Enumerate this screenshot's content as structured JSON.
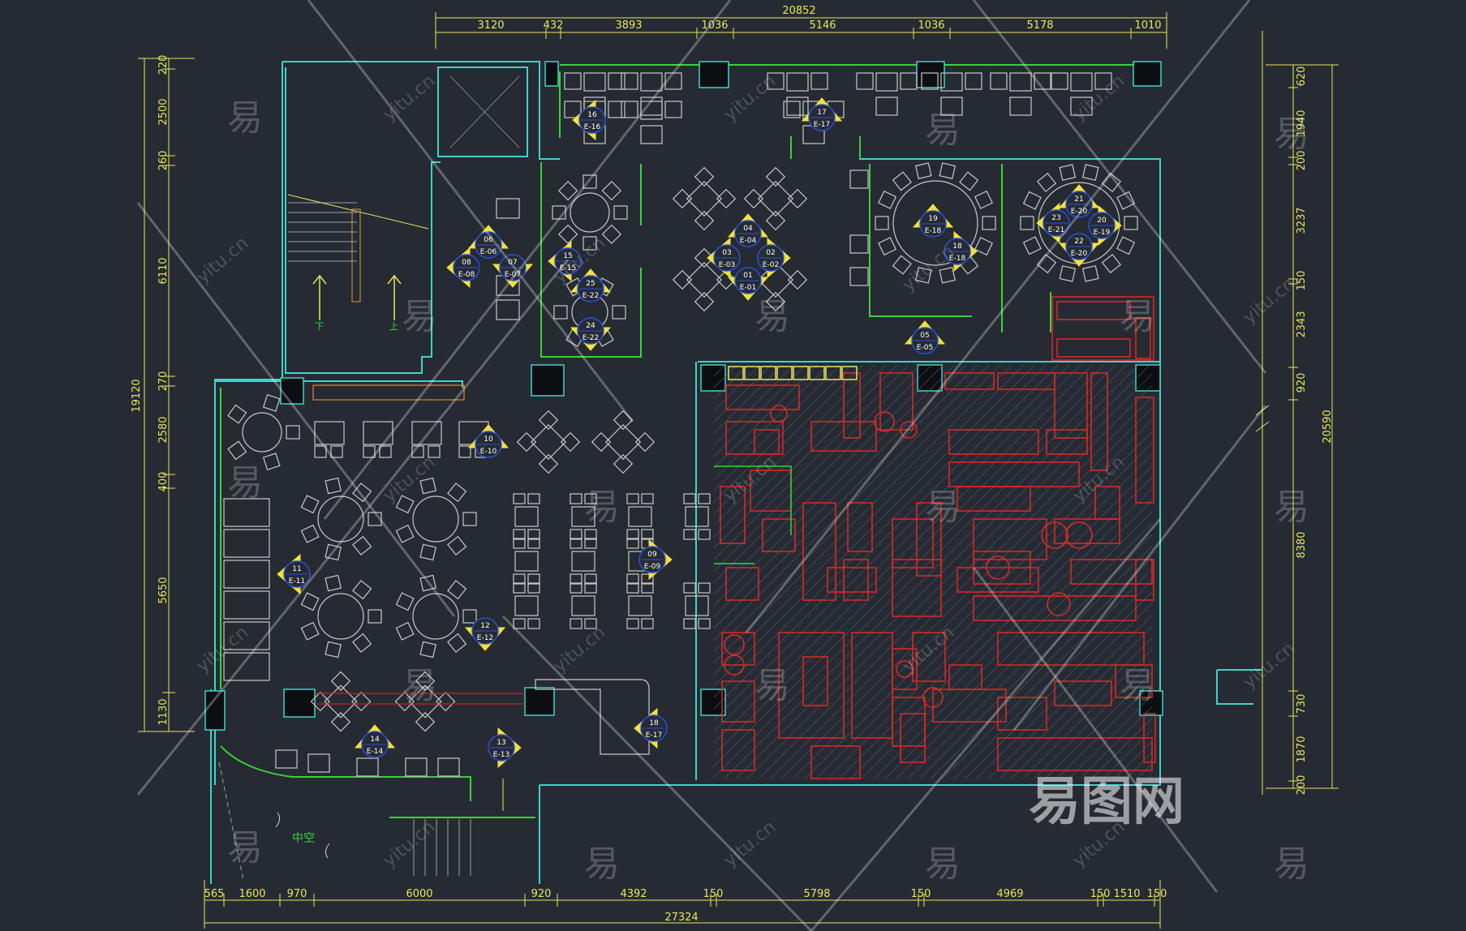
{
  "drawing": {
    "dims_top": [
      "3120",
      "432",
      "3893",
      "1036",
      "5146",
      "1036",
      "5178",
      "1010"
    ],
    "dim_top_total": "20852",
    "dims_bottom": [
      "565",
      "1600",
      "970",
      "6000",
      "920",
      "4392",
      "150",
      "5798",
      "150",
      "4969",
      "150",
      "1510",
      "150"
    ],
    "dim_bottom_total": "27324",
    "dims_left": [
      "220",
      "2500",
      "260",
      "6110",
      "270",
      "2580",
      "400",
      "5650",
      "1130"
    ],
    "dim_left_total": "19120",
    "dims_right": [
      "620",
      "1940",
      "200",
      "3237",
      "150",
      "2343",
      "920",
      "8380",
      "730",
      "1870",
      "200"
    ],
    "dim_right_total": "20590",
    "labels": {
      "void": "中空",
      "stair_down": "下",
      "stair_up": "上"
    },
    "tags": [
      {
        "num": "16",
        "code": "E-16"
      },
      {
        "num": "17",
        "code": "E-17"
      },
      {
        "num": "06",
        "code": "E-06"
      },
      {
        "num": "07",
        "code": "E-07"
      },
      {
        "num": "08",
        "code": "E-08"
      },
      {
        "num": "15",
        "code": "E-15"
      },
      {
        "num": "25",
        "code": "E-22"
      },
      {
        "num": "24",
        "code": "E-22"
      },
      {
        "num": "04",
        "code": "E-04"
      },
      {
        "num": "03",
        "code": "E-03"
      },
      {
        "num": "02",
        "code": "E-02"
      },
      {
        "num": "01",
        "code": "E-01"
      },
      {
        "num": "19",
        "code": "E-18"
      },
      {
        "num": "18",
        "code": "E-18"
      },
      {
        "num": "21",
        "code": "E-20"
      },
      {
        "num": "23",
        "code": "E-21"
      },
      {
        "num": "20",
        "code": "E-19"
      },
      {
        "num": "22",
        "code": "E-20"
      },
      {
        "num": "05",
        "code": "E-05"
      },
      {
        "num": "10",
        "code": "E-10"
      },
      {
        "num": "09",
        "code": "E-09"
      },
      {
        "num": "11",
        "code": "E-11"
      },
      {
        "num": "12",
        "code": "E-12"
      },
      {
        "num": "14",
        "code": "E-14"
      },
      {
        "num": "13",
        "code": "E-13"
      },
      {
        "num": "18",
        "code": "E-17"
      }
    ]
  },
  "watermark": {
    "char": "易",
    "site": "yitu.cn",
    "brand": "易图网"
  },
  "colors": {
    "background": "#262b33",
    "dimension": "#e6e65a",
    "wall_cyan": "#3fd3c8",
    "wall_green": "#3ad23a",
    "kitchen_red": "#e02828",
    "furniture": "#c8c8c8",
    "tag_yellow": "#f2e23a",
    "tag_blue": "#2a4fd8"
  }
}
